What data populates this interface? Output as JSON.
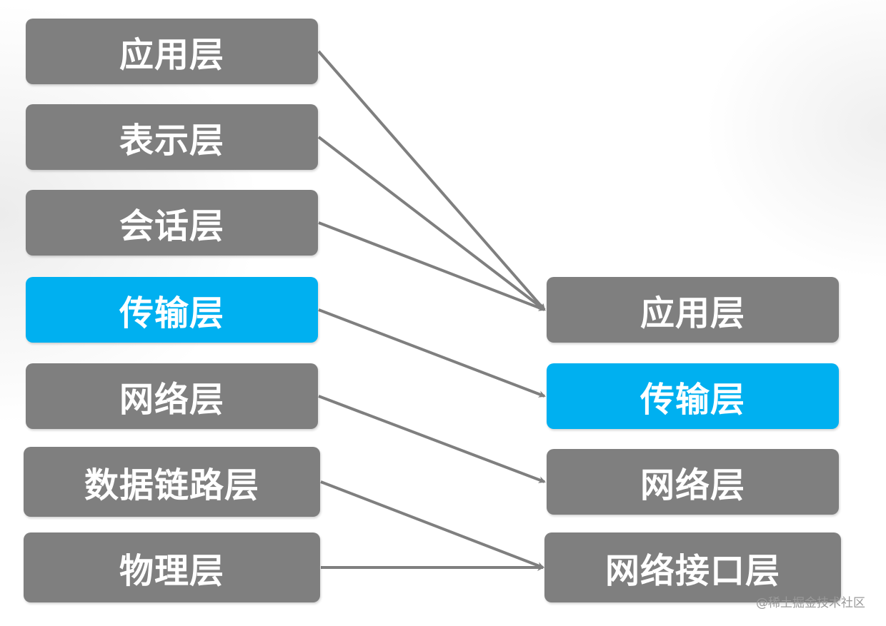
{
  "left_column": {
    "application": "应用层",
    "presentation": "表示层",
    "session": "会话层",
    "transport": "传输层",
    "network": "网络层",
    "datalink": "数据链路层",
    "physical": "物理层"
  },
  "right_column": {
    "application": "应用层",
    "transport": "传输层",
    "network": "网络层",
    "interface": "网络接口层"
  },
  "watermark": "@稀土掘金技术社区",
  "colors": {
    "box_gray": "#7f7f7f",
    "box_highlight": "#00b0f0",
    "arrow": "#7f7f7f",
    "text": "#ffffff"
  }
}
